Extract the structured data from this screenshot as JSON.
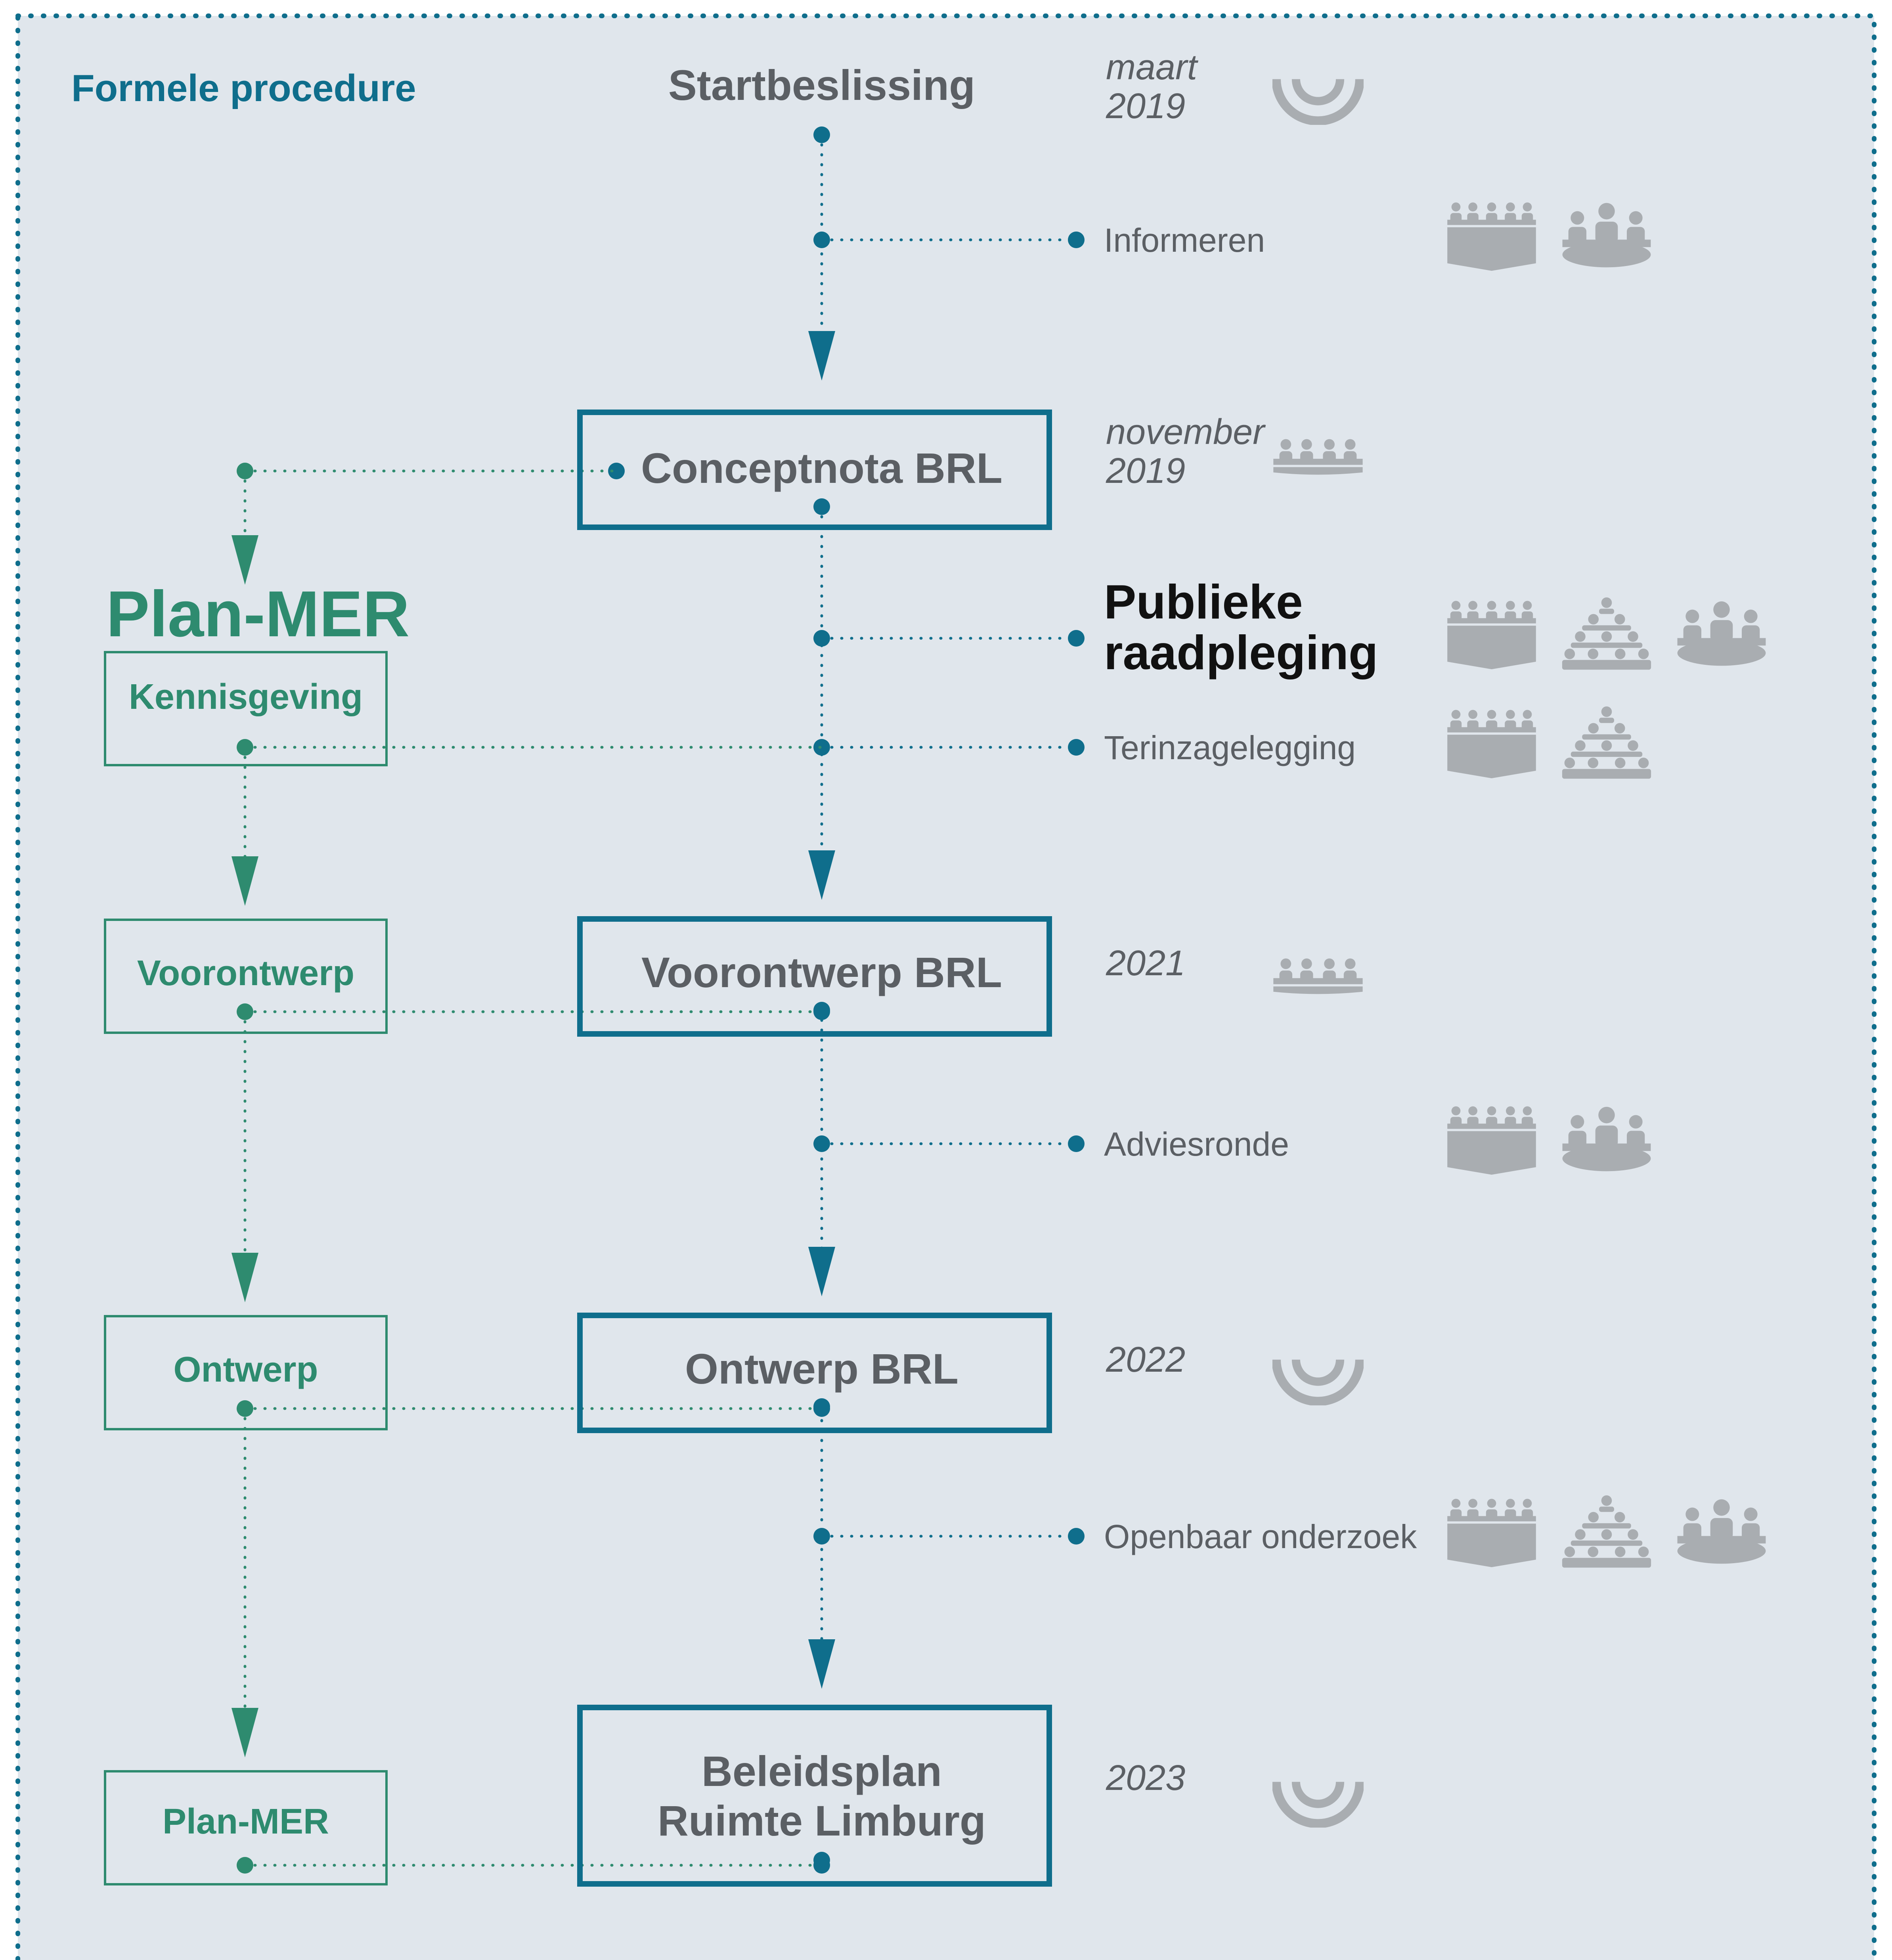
{
  "frame": {
    "title": "Formele procedure"
  },
  "main_flow": {
    "start": "Startbeslissing",
    "boxes": [
      {
        "lines": [
          "Conceptnota BRL"
        ]
      },
      {
        "lines": [
          "Voorontwerp BRL"
        ]
      },
      {
        "lines": [
          "Ontwerp BRL"
        ]
      },
      {
        "lines": [
          "Beleidsplan",
          "Ruimte Limburg"
        ]
      }
    ]
  },
  "dates": [
    {
      "lines": [
        "maart",
        "2019"
      ],
      "icons": [
        "plenary-icon"
      ]
    },
    {
      "lines": [
        "november",
        "2019"
      ],
      "icons": [
        "row-people-icon"
      ]
    },
    {
      "lines": [
        "2021"
      ],
      "icons": [
        "row-people-icon"
      ]
    },
    {
      "lines": [
        "2022"
      ],
      "icons": [
        "plenary-icon"
      ]
    },
    {
      "lines": [
        "2023"
      ],
      "icons": [
        "plenary-icon"
      ]
    }
  ],
  "steps": [
    {
      "lines": [
        "Informeren"
      ],
      "emphasis": false,
      "icons": [
        "council-icon",
        "table-meeting-icon"
      ]
    },
    {
      "lines": [
        "Publieke",
        "raadpleging"
      ],
      "emphasis": true,
      "icons": [
        "council-icon",
        "crowd-icon",
        "table-meeting-icon"
      ]
    },
    {
      "lines": [
        "Terinzagelegging"
      ],
      "emphasis": false,
      "icons": [
        "council-icon",
        "crowd-icon"
      ]
    },
    {
      "lines": [
        "Adviesronde"
      ],
      "emphasis": false,
      "icons": [
        "council-icon",
        "table-meeting-icon"
      ]
    },
    {
      "lines": [
        "Openbaar onderzoek"
      ],
      "emphasis": false,
      "icons": [
        "council-icon",
        "crowd-icon",
        "table-meeting-icon"
      ]
    }
  ],
  "plan_mer": {
    "title": "Plan-MER",
    "boxes": [
      "Kennisgeving",
      "Voorontwerp",
      "Ontwerp",
      "Plan-MER"
    ]
  },
  "colors": {
    "background": "#e0e6ec",
    "main_flow": "#0f6e8c",
    "plan_mer": "#2e8b6f",
    "text": "#5b5f64",
    "icons": "#a9adb1"
  }
}
